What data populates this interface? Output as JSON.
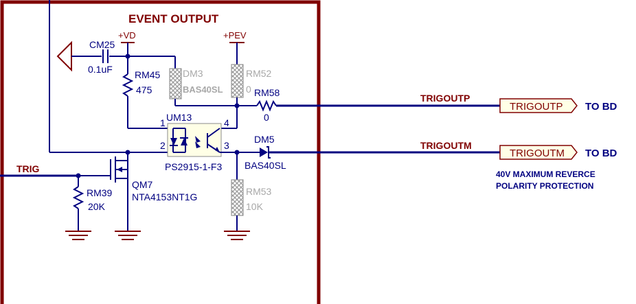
{
  "block": {
    "title": "EVENT OUTPUT"
  },
  "power": {
    "vd": "+VD",
    "pev": "+PEV"
  },
  "components": {
    "cm25": {
      "ref": "CM25",
      "value": "0.1uF"
    },
    "rm45": {
      "ref": "RM45",
      "value": "475"
    },
    "dm3": {
      "ref": "DM3",
      "value": "BAS40SL"
    },
    "rm52": {
      "ref": "RM52",
      "value": "0"
    },
    "rm58": {
      "ref": "RM58",
      "value": "0"
    },
    "um13": {
      "ref": "UM13",
      "value": "PS2915-1-F3",
      "pin1": "1",
      "pin2": "2",
      "pin3": "3",
      "pin4": "4"
    },
    "dm5": {
      "ref": "DM5",
      "value": "BAS40SL"
    },
    "rm53": {
      "ref": "RM53",
      "value": "10K"
    },
    "qm7": {
      "ref": "QM7",
      "value": "NTA4153NT1G"
    },
    "rm39": {
      "ref": "RM39",
      "value": "20K"
    }
  },
  "nets": {
    "trig": "TRIG",
    "trigoutp": "TRIGOUTP",
    "trigoutm": "TRIGOUTM"
  },
  "ports": {
    "trigoutp": {
      "label": "TRIGOUTP",
      "dest": "TO  BD"
    },
    "trigoutm": {
      "label": "TRIGOUTM",
      "dest": "TO  BD"
    }
  },
  "note": {
    "line1": "40V MAXIMUM REVERCE",
    "line2": "POLARITY PROTECTION"
  },
  "colors": {
    "wire": "#000080",
    "label": "#000080",
    "net": "#800000",
    "border": "#800000",
    "dnp": "#a8a8a8"
  }
}
